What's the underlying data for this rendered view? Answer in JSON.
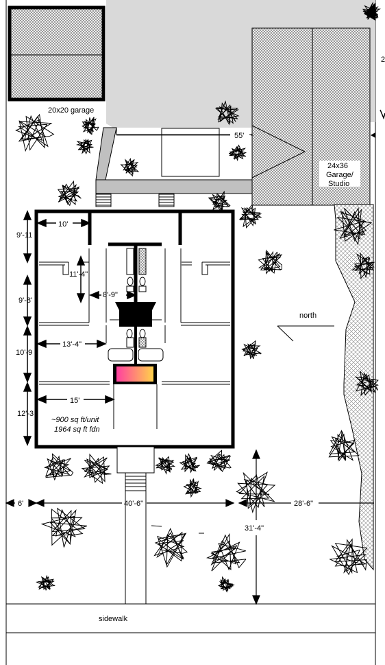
{
  "labels": {
    "garage_small": "20x20 garage",
    "garage_big_line1": "24x36",
    "garage_big_line2": "Garage/",
    "garage_big_line3": "Studio",
    "edge_fragment": "2",
    "dim_55": "55'",
    "dim_10": "10'",
    "dim_9_11": "9'-11",
    "dim_11_4": "11'-4\"",
    "dim_8_9": "8'-9\"",
    "dim_9_8": "9'-8'",
    "dim_13_4": "13'-4\"",
    "dim_10_9": "10'-9",
    "dim_15": "15'",
    "dim_12_3": "12'-3",
    "area_line1": "~900 sq ft/unit",
    "area_line2": "1964 sq ft fdn",
    "north": "north",
    "dim_6": "6'",
    "dim_40_6": "40'-6\"",
    "dim_28_6": "28'-6\"",
    "dim_31_4": "31'-4\"",
    "sidewalk": "sidewalk"
  },
  "colors": {
    "line": "#000000",
    "road_gray": "#d9d9d9",
    "hatch_gray": "#9a9a9a",
    "fireplace_start": "#ff3fa0",
    "fireplace_end": "#ffd24a"
  },
  "icons": [
    "tree-icon",
    "north-arrow-icon",
    "stairs-icon",
    "toilet-icon",
    "bathtub-icon",
    "fireplace-icon"
  ]
}
